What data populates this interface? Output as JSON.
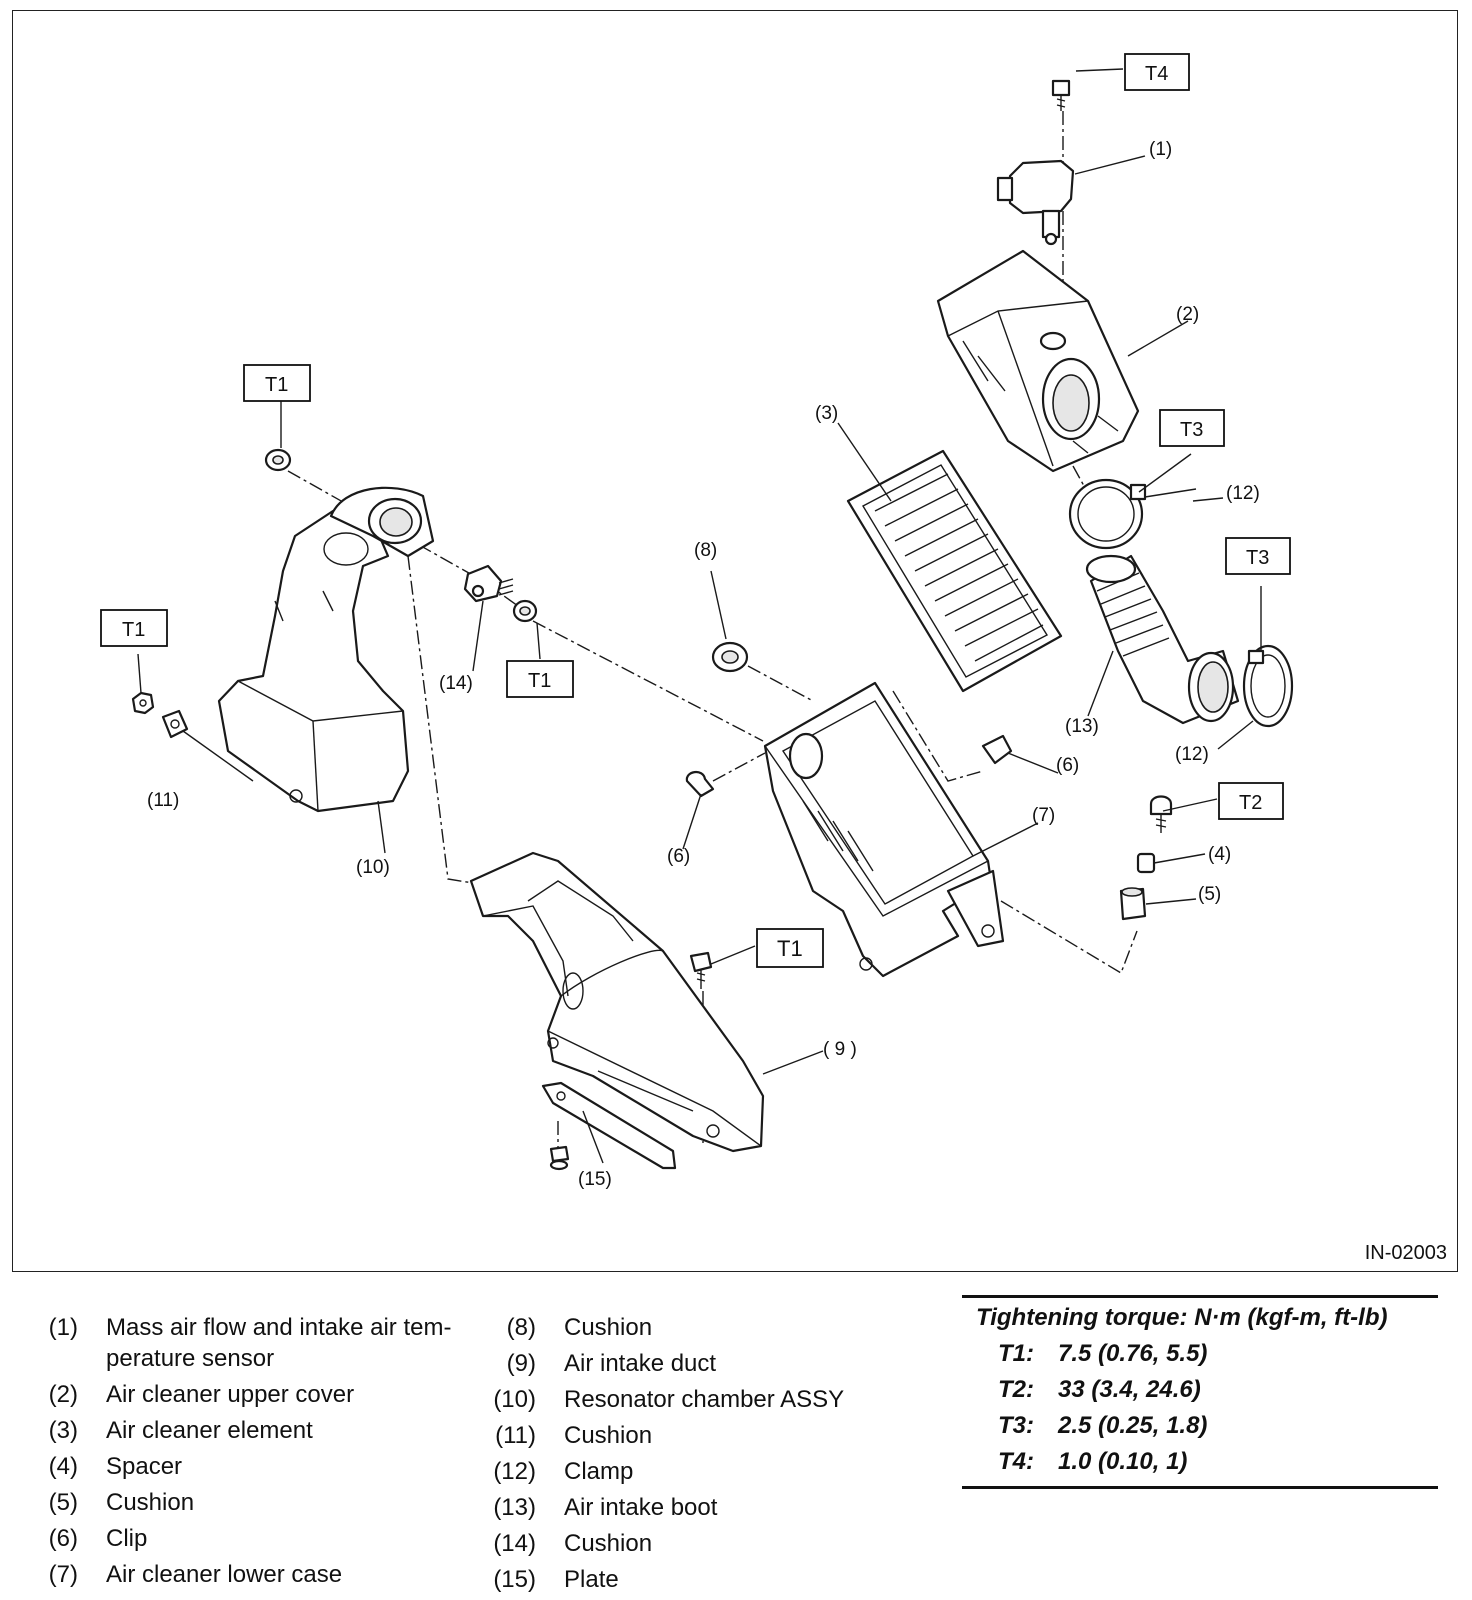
{
  "diagram": {
    "code": "IN-02003",
    "callouts": {
      "c1": "(1)",
      "c2": "(2)",
      "c3": "(3)",
      "c4": "(4)",
      "c5": "(5)",
      "c6a": "(6)",
      "c6b": "(6)",
      "c7": "(7)",
      "c8": "(8)",
      "c9": "( 9 )",
      "c10": "(10)",
      "c11": "(11)",
      "c12a": "(12)",
      "c12b": "(12)",
      "c13": "(13)",
      "c14": "(14)",
      "c15": "(15)"
    },
    "torque_tags": {
      "t4": "T4",
      "t3a": "T3",
      "t3b": "T3",
      "t2": "T2",
      "t1a": "T1",
      "t1b": "T1",
      "t1c": "T1",
      "t1d": "T1"
    }
  },
  "legend": {
    "left": [
      {
        "num": "(1)",
        "name": "Mass air flow and intake air tem-\nperature sensor"
      },
      {
        "num": "(2)",
        "name": "Air cleaner upper cover"
      },
      {
        "num": "(3)",
        "name": "Air cleaner element"
      },
      {
        "num": "(4)",
        "name": "Spacer"
      },
      {
        "num": "(5)",
        "name": "Cushion"
      },
      {
        "num": "(6)",
        "name": "Clip"
      },
      {
        "num": "(7)",
        "name": "Air cleaner lower case"
      }
    ],
    "middle": [
      {
        "num": "(8)",
        "name": "Cushion"
      },
      {
        "num": "(9)",
        "name": "Air intake duct"
      },
      {
        "num": "(10)",
        "name": "Resonator chamber ASSY"
      },
      {
        "num": "(11)",
        "name": "Cushion"
      },
      {
        "num": "(12)",
        "name": "Clamp"
      },
      {
        "num": "(13)",
        "name": "Air intake boot"
      },
      {
        "num": "(14)",
        "name": "Cushion"
      },
      {
        "num": "(15)",
        "name": "Plate"
      }
    ]
  },
  "torque": {
    "title": "Tightening torque: N·m (kgf-m, ft-lb)",
    "rows": [
      {
        "key": "T1:",
        "value": "7.5 (0.76, 5.5)"
      },
      {
        "key": "T2:",
        "value": "33 (3.4, 24.6)"
      },
      {
        "key": "T3:",
        "value": "2.5 (0.25, 1.8)"
      },
      {
        "key": "T4:",
        "value": "1.0 (0.10, 1)"
      }
    ]
  }
}
